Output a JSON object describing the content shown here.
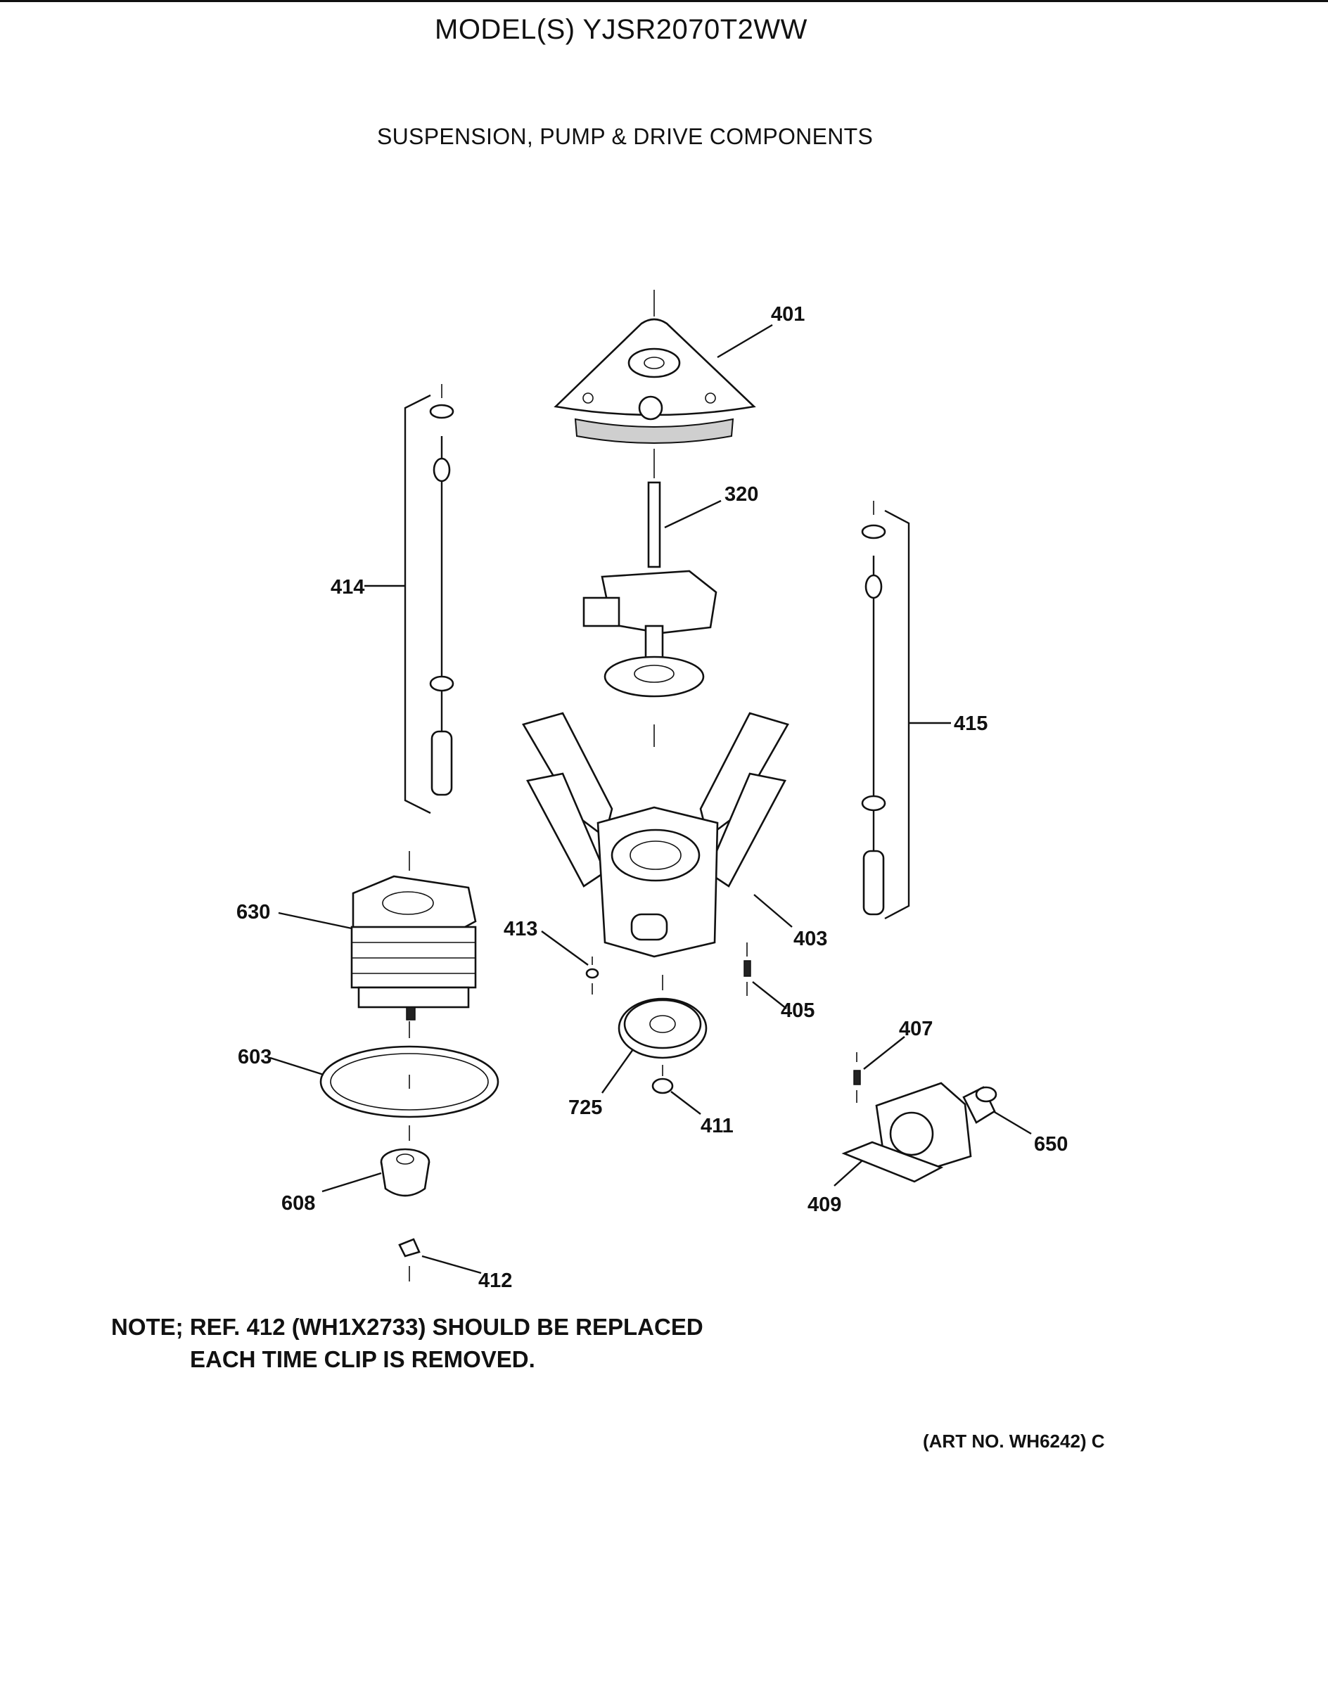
{
  "header": {
    "title": "MODEL(S) YJSR2070T2WW",
    "subtitle": "SUSPENSION, PUMP & DRIVE COMPONENTS"
  },
  "callouts": {
    "p401": "401",
    "p320": "320",
    "p414": "414",
    "p415": "415",
    "p630": "630",
    "p413": "413",
    "p403": "403",
    "p405": "405",
    "p407": "407",
    "p603": "603",
    "p725": "725",
    "p411": "411",
    "p650": "650",
    "p608": "608",
    "p409": "409",
    "p412": "412"
  },
  "note": {
    "line1": "NOTE; REF. 412 (WH1X2733) SHOULD BE REPLACED",
    "line2": "EACH TIME CLIP IS REMOVED."
  },
  "art_number": "(ART NO. WH6242) C"
}
